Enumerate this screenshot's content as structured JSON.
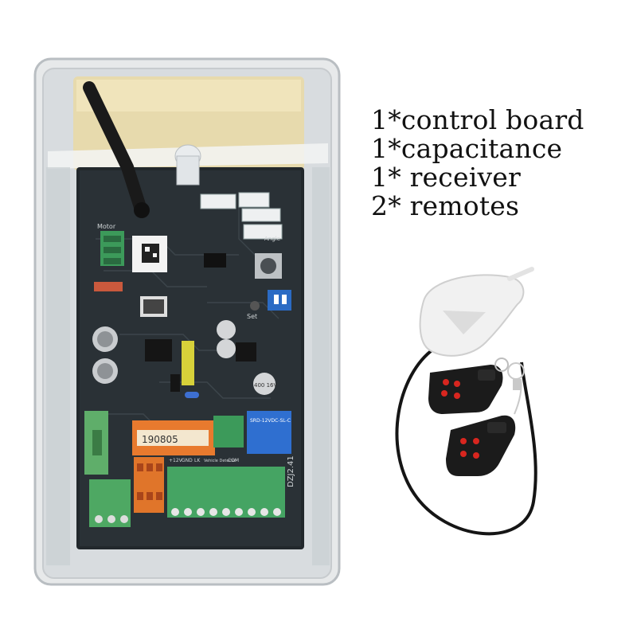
{
  "caption": {
    "items": [
      {
        "label": "1*control board"
      },
      {
        "label": "1*capacitance"
      },
      {
        "label": "1* receiver"
      },
      {
        "label": "2* remotes"
      }
    ]
  },
  "board": {
    "label_motor": "Motor",
    "label_angle": "Angle",
    "label_set": "Set",
    "label_date": "190805",
    "label_model": "DZJ2.41",
    "label_relay": "SRD-12VDC-SL-C",
    "label_cap": "400 16V",
    "terminal_labels": [
      "+12V",
      "GND",
      "LK",
      "Vehicle Detector",
      "COM"
    ]
  },
  "remotes": {
    "count": 2,
    "button_color": "#d8261f"
  }
}
